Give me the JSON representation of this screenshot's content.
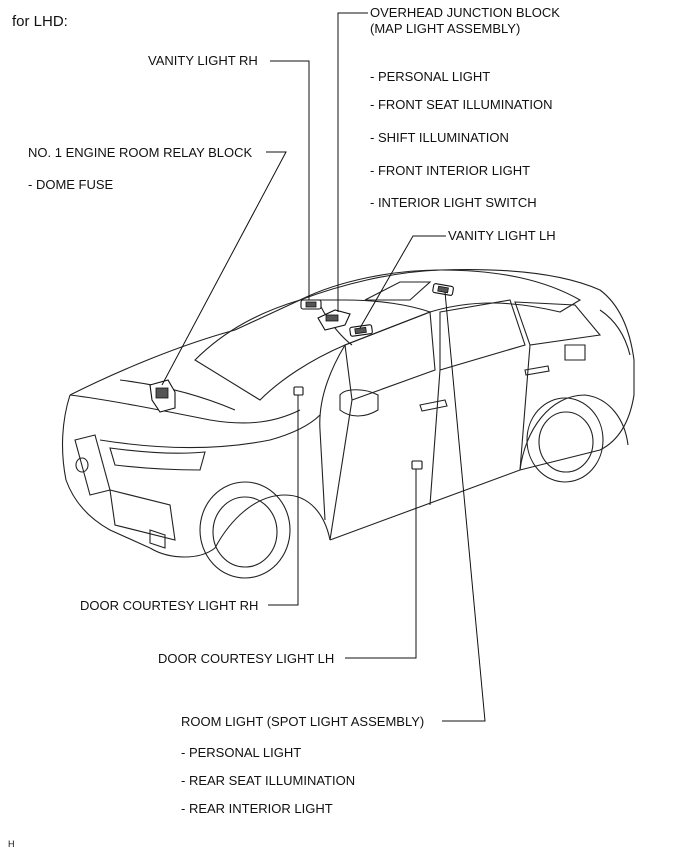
{
  "variant": "for LHD:",
  "overhead": {
    "title_line1": "OVERHEAD JUNCTION BLOCK",
    "title_line2": "(MAP LIGHT ASSEMBLY)",
    "items": [
      "- PERSONAL LIGHT",
      "- FRONT SEAT ILLUMINATION",
      "- SHIFT ILLUMINATION",
      "- FRONT INTERIOR LIGHT",
      "- INTERIOR LIGHT SWITCH"
    ]
  },
  "vanity_rh": "VANITY LIGHT RH",
  "vanity_lh": "VANITY LIGHT LH",
  "relay_block": {
    "title": "NO. 1 ENGINE ROOM RELAY BLOCK",
    "item": "- DOME FUSE"
  },
  "door_courtesy_rh": "DOOR COURTESY LIGHT RH",
  "door_courtesy_lh": "DOOR COURTESY LIGHT LH",
  "room_light": {
    "title": "ROOM LIGHT  (SPOT LIGHT ASSEMBLY)",
    "items": [
      "- PERSONAL LIGHT",
      "- REAR SEAT ILLUMINATION",
      "- REAR INTERIOR LIGHT"
    ]
  },
  "corner_mark": "H"
}
